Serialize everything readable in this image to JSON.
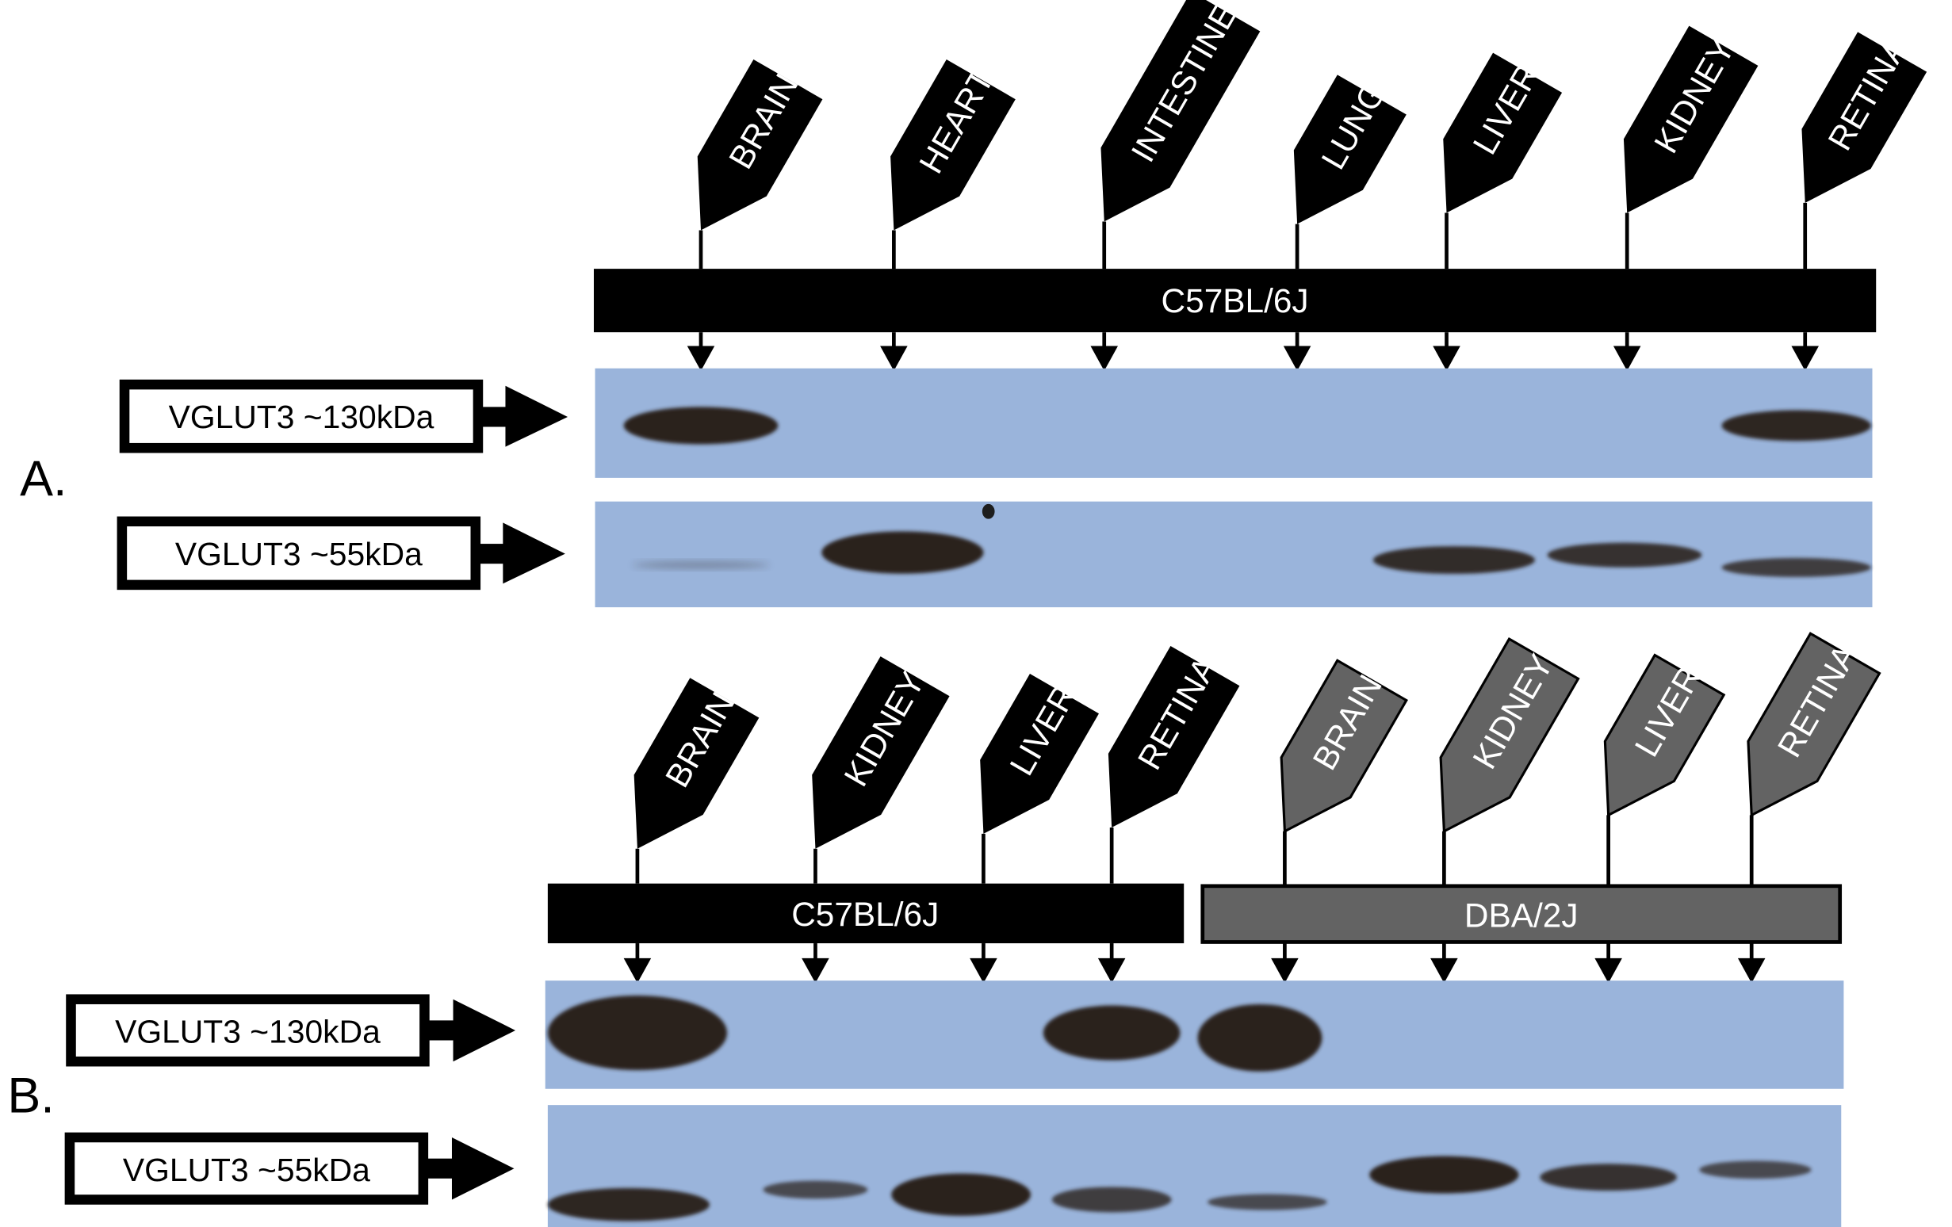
{
  "figure": {
    "panels": [
      {
        "id": "A",
        "label": "A.",
        "strains": [
          {
            "name": "C57BL/6J",
            "color": "#000000",
            "lanes": [
              "BRAIN",
              "HEART",
              "INTESTINE",
              "LUNG",
              "LIVER",
              "KIDNEY",
              "RETINA"
            ]
          }
        ],
        "blots": [
          {
            "label": "VGLUT3 ~130kDa",
            "band_intensity": [
              1.0,
              0,
              0,
              0,
              0,
              0,
              0.9
            ]
          },
          {
            "label": "VGLUT3 ~55kDa",
            "band_intensity": [
              0.1,
              1.0,
              0,
              0,
              0.85,
              0.8,
              0.7
            ]
          }
        ]
      },
      {
        "id": "B",
        "label": "B.",
        "strains": [
          {
            "name": "C57BL/6J",
            "color": "#000000",
            "lanes": [
              "BRAIN",
              "KIDNEY",
              "LIVER",
              "RETINA"
            ]
          },
          {
            "name": "DBA/2J",
            "color": "#636363",
            "lanes": [
              "BRAIN",
              "KIDNEY",
              "LIVER",
              "RETINA"
            ]
          }
        ],
        "blots": [
          {
            "label": "VGLUT3 ~130kDa",
            "band_intensity": [
              1.0,
              0,
              0,
              1.0,
              1.0,
              0,
              0,
              0
            ]
          },
          {
            "label": "VGLUT3 ~55kDa",
            "band_intensity": [
              0.9,
              0.6,
              1.0,
              0.7,
              0.6,
              1.0,
              0.8,
              0.6
            ]
          }
        ]
      }
    ],
    "colors": {
      "membrane": "#9ab4db",
      "band": "#2b211c",
      "dba_gray": "#636363"
    }
  }
}
